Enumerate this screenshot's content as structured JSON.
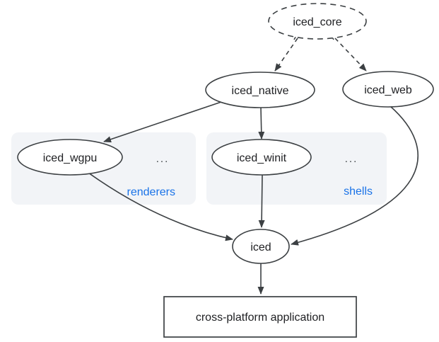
{
  "diagram": {
    "nodes": {
      "iced_core": {
        "label": "iced_core"
      },
      "iced_native": {
        "label": "iced_native"
      },
      "iced_web": {
        "label": "iced_web"
      },
      "iced_wgpu": {
        "label": "iced_wgpu"
      },
      "iced_winit": {
        "label": "iced_winit"
      },
      "iced": {
        "label": "iced"
      },
      "app": {
        "label": "cross-platform application"
      }
    },
    "groups": {
      "renderers": {
        "label": "renderers",
        "ellipsis": "...",
        "members": [
          "iced_wgpu"
        ]
      },
      "shells": {
        "label": "shells",
        "ellipsis": "...",
        "members": [
          "iced_winit"
        ]
      }
    },
    "edges": [
      {
        "from": "iced_core",
        "to": "iced_native",
        "style": "dashed"
      },
      {
        "from": "iced_core",
        "to": "iced_web",
        "style": "dashed"
      },
      {
        "from": "iced_native",
        "to": "iced_wgpu",
        "style": "solid"
      },
      {
        "from": "iced_native",
        "to": "iced_winit",
        "style": "solid"
      },
      {
        "from": "iced_wgpu",
        "to": "iced",
        "style": "solid"
      },
      {
        "from": "iced_winit",
        "to": "iced",
        "style": "solid"
      },
      {
        "from": "iced_web",
        "to": "iced",
        "style": "solid"
      },
      {
        "from": "iced",
        "to": "app",
        "style": "solid"
      }
    ],
    "colors": {
      "line": "#3c4043",
      "text": "#202124",
      "group_label_blue": "#1a73e8",
      "group_box_fill": "#f2f4f7",
      "node_fill": "#ffffff",
      "background": "#ffffff"
    }
  }
}
